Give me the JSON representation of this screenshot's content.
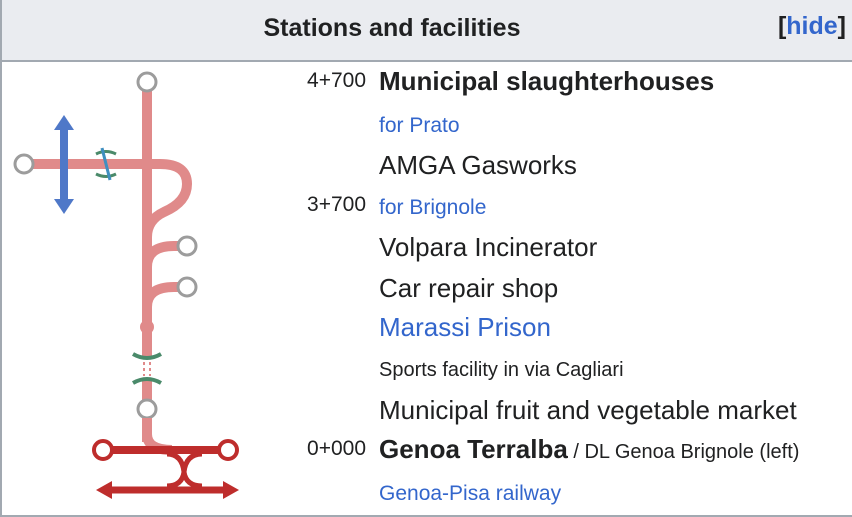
{
  "header": {
    "title": "Stations and facilities",
    "bracket_open": "[",
    "hide_label": "hide",
    "bracket_close": "]"
  },
  "rows": [
    {
      "km": "4+700",
      "label": "Municipal slaughterhouses",
      "style": "bold"
    },
    {
      "km": "",
      "label": "for Prato",
      "style": "small-link"
    },
    {
      "km": "",
      "label": "AMGA Gasworks",
      "style": "big"
    },
    {
      "km": "3+700",
      "label": "for Brignole",
      "style": "small-link"
    },
    {
      "km": "",
      "label": "Volpara Incinerator",
      "style": "big"
    },
    {
      "km": "",
      "label": "Car repair shop",
      "style": "big"
    },
    {
      "km": "",
      "label": "Marassi Prison",
      "style": "big-link"
    },
    {
      "km": "",
      "label": "Sports facility in via Cagliari",
      "style": "note"
    },
    {
      "km": "",
      "label": "Municipal fruit and vegetable market",
      "style": "big"
    },
    {
      "km": "0+000",
      "label": "Genoa Terralba",
      "aside": " / DL Genoa Brignole (left)",
      "style": "bold"
    },
    {
      "km": "",
      "label": "Genoa-Pisa railway",
      "style": "small-link"
    }
  ],
  "colors": {
    "line_active": "#e08a8a",
    "line_terminal": "#be2d2c",
    "line_connection": "#4f78c8",
    "bridge": "#4a8a6a",
    "link": "#3366cc",
    "header_bg": "#eaecf0"
  },
  "icons": [
    "terminus-circle-icon",
    "crossing-icon",
    "bidirectional-arrow-icon",
    "bridge-icon",
    "junction-icon"
  ]
}
